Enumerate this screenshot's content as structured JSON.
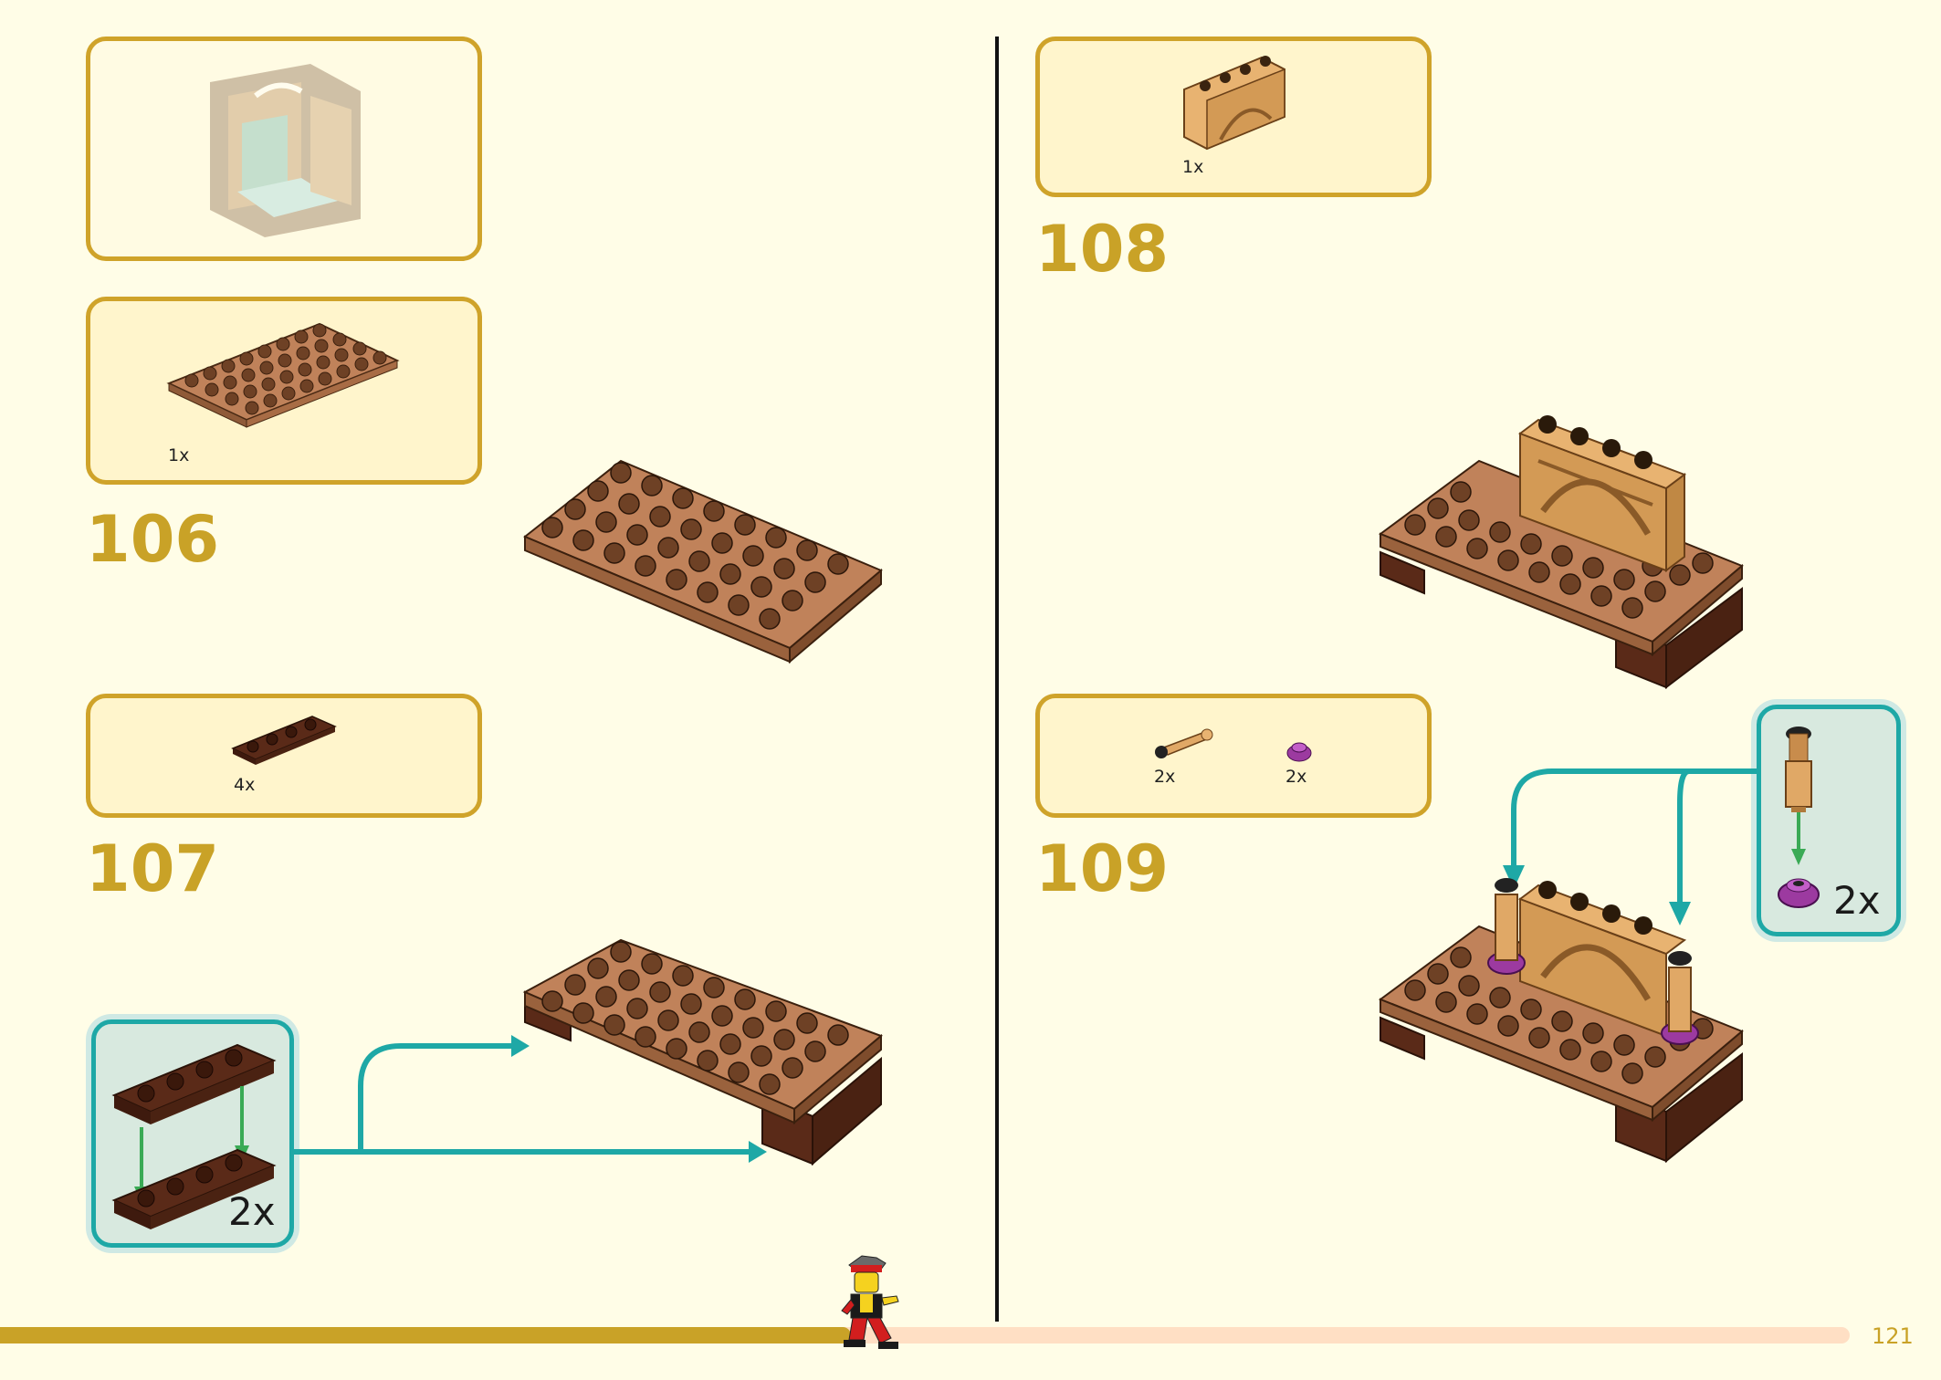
{
  "page": {
    "number": "121"
  },
  "colors": {
    "accent": "#c9a227",
    "callout_fill": "#fff5cc",
    "subassembly": "#1ea8a6",
    "progress_done": "#c9a227",
    "progress_todo": "#ffdfc4"
  },
  "progress": {
    "fraction": 0.46
  },
  "left": {
    "step106": {
      "number": "106",
      "part_qty": "1x"
    },
    "step107": {
      "number": "107",
      "part_qty": "4x",
      "sub_qty": "2x"
    }
  },
  "right": {
    "step108": {
      "number": "108",
      "part_qty": "1x"
    },
    "step109": {
      "number": "109",
      "part_a_qty": "2x",
      "part_b_qty": "2x",
      "sub_qty": "2x"
    }
  }
}
